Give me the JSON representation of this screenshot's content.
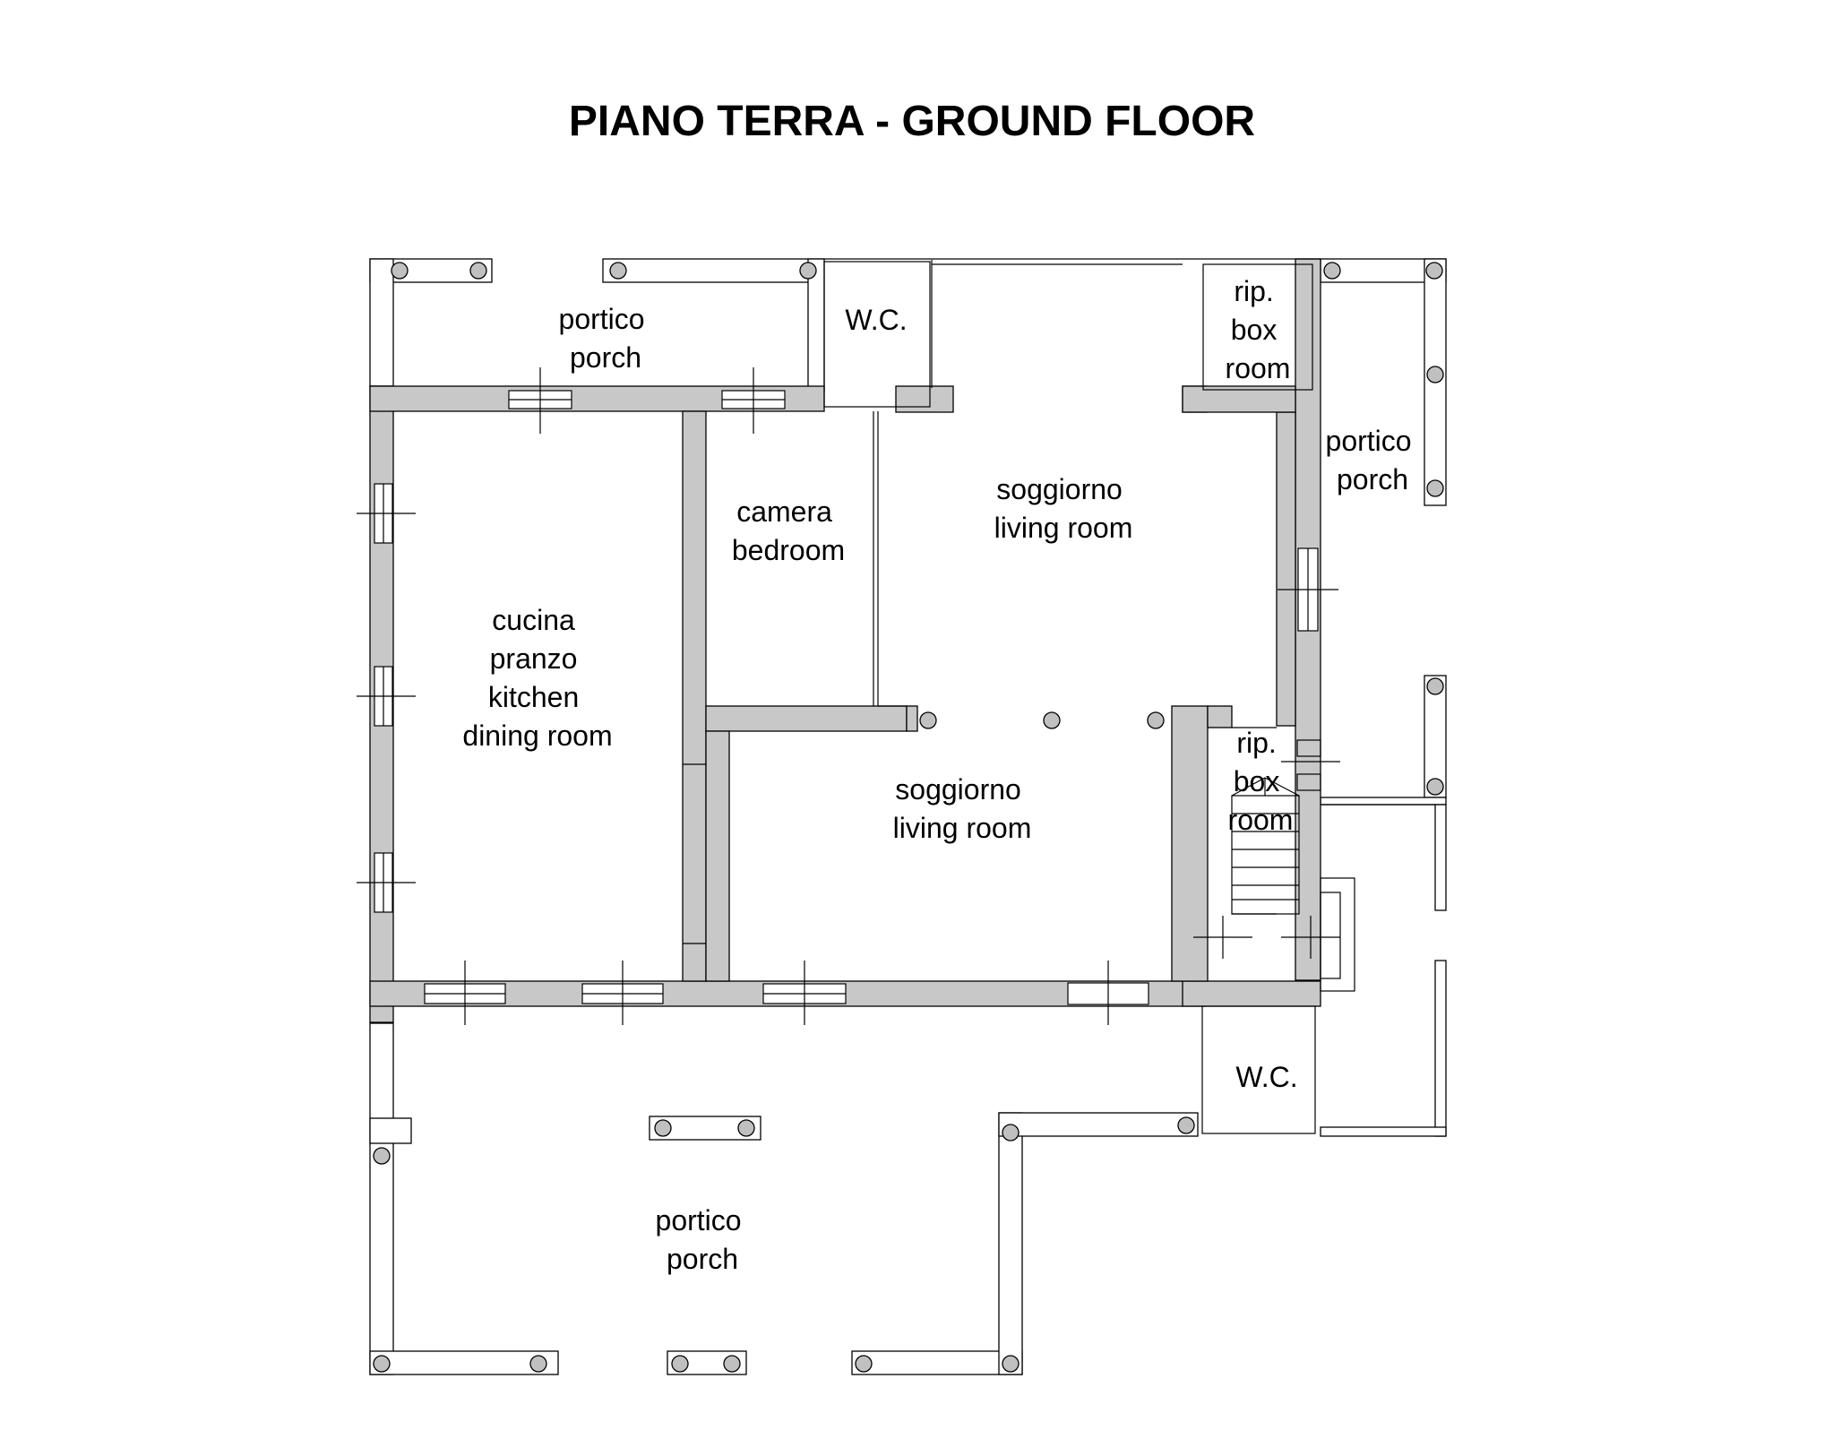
{
  "title": "PIANO TERRA - GROUND FLOOR",
  "rooms": {
    "porch_top": [
      "portico",
      "porch"
    ],
    "wc_top": [
      "W.C."
    ],
    "box_room_top": [
      "rip.",
      "box",
      "room"
    ],
    "porch_right": [
      "portico",
      "porch"
    ],
    "bedroom": [
      "camera",
      "bedroom"
    ],
    "living_room_upper": [
      "soggiorno",
      "living room"
    ],
    "kitchen": [
      "cucina",
      "pranzo",
      "kitchen",
      "dining room"
    ],
    "living_room_lower": [
      "soggiorno",
      "living room"
    ],
    "box_room_stairs": [
      "rip.",
      "box",
      "room"
    ],
    "wc_bottom": [
      "W.C."
    ],
    "porch_bottom": [
      "portico",
      "porch"
    ]
  }
}
